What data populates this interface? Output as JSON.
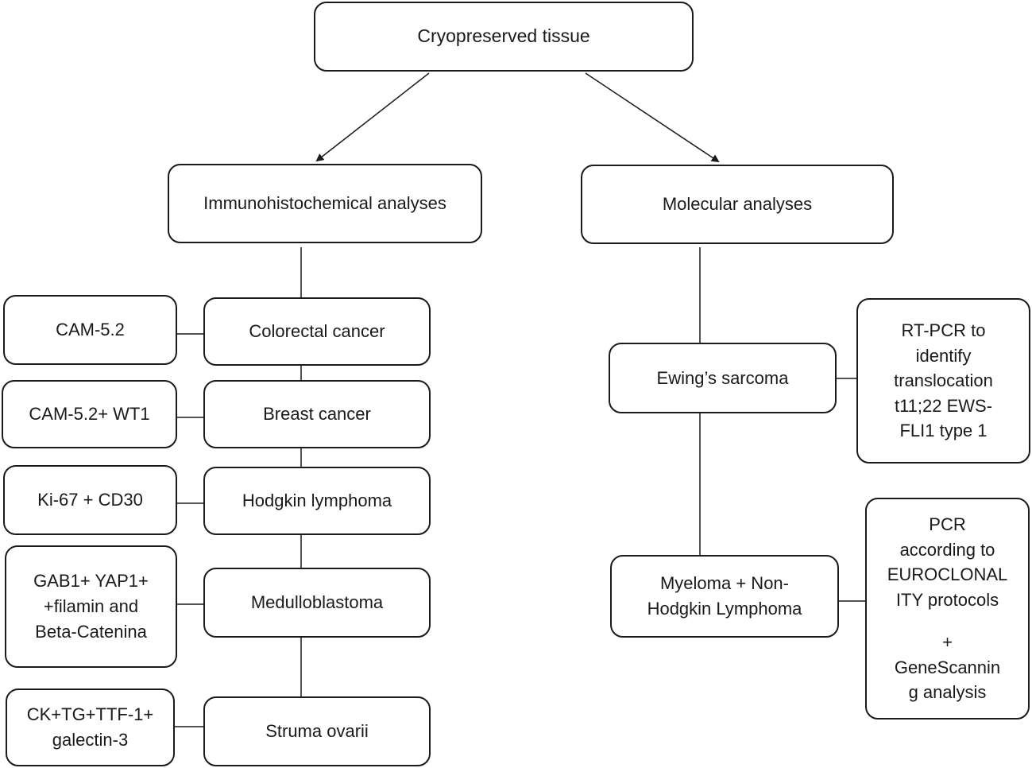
{
  "root": {
    "label": "Cryopreserved tissue"
  },
  "branches": {
    "ihc": {
      "label": "Immunohistochemical analyses"
    },
    "molecular": {
      "label": "Molecular analyses"
    }
  },
  "ihc_items": [
    {
      "disease": "Colorectal cancer",
      "markers": [
        "CAM-5.2"
      ]
    },
    {
      "disease": "Breast cancer",
      "markers": [
        "CAM-5.2+ WT1"
      ]
    },
    {
      "disease": "Hodgkin lymphoma",
      "markers": [
        "Ki-67 + CD30"
      ]
    },
    {
      "disease": "Medulloblastoma",
      "markers": [
        "GAB1+ YAP1+",
        "+filamin and",
        "Beta-Catenina"
      ]
    },
    {
      "disease": "Struma ovarii",
      "markers": [
        "CK+TG+TTF-1+",
        "galectin-3"
      ]
    }
  ],
  "molecular_items": [
    {
      "disease": [
        "Ewing’s sarcoma"
      ],
      "method": [
        "RT-PCR to",
        "identify",
        "translocation",
        "t11;22 EWS-",
        "FLI1 type 1"
      ]
    },
    {
      "disease": [
        "Myeloma + Non-",
        "Hodgkin Lymphoma"
      ],
      "method": [
        "PCR",
        "according to",
        "EUROCLONAL",
        "ITY protocols"
      ],
      "method_extra": [
        "+",
        "GeneScannin",
        "g analysis"
      ]
    }
  ]
}
